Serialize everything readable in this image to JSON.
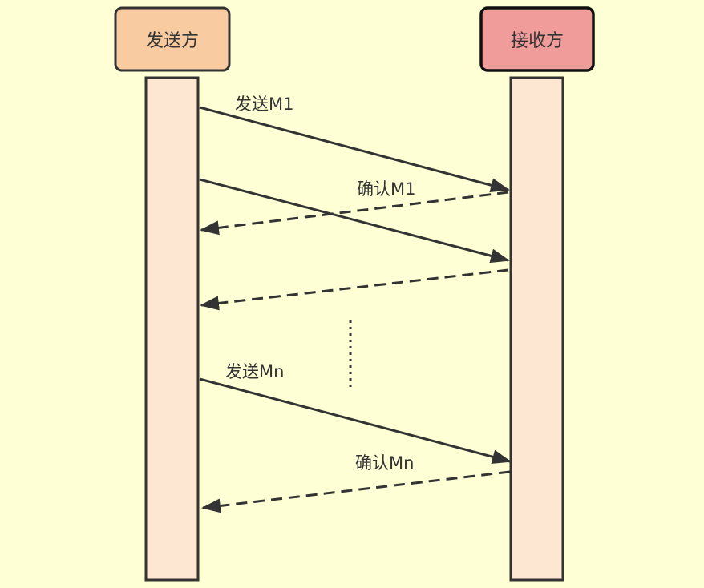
{
  "participants": {
    "sender": {
      "label": "发送方",
      "fill": "#F8CBA0"
    },
    "receiver": {
      "label": "接收方",
      "fill": "#F09C9A"
    }
  },
  "lifeline_fill": "#FDE6D2",
  "messages": [
    {
      "label": "发送M1",
      "type": "send"
    },
    {
      "label": "确认M1",
      "type": "ack"
    },
    {
      "label": "",
      "type": "send"
    },
    {
      "label": "",
      "type": "ack"
    },
    {
      "label": "发送Mn",
      "type": "send"
    },
    {
      "label": "确认Mn",
      "type": "ack"
    }
  ]
}
